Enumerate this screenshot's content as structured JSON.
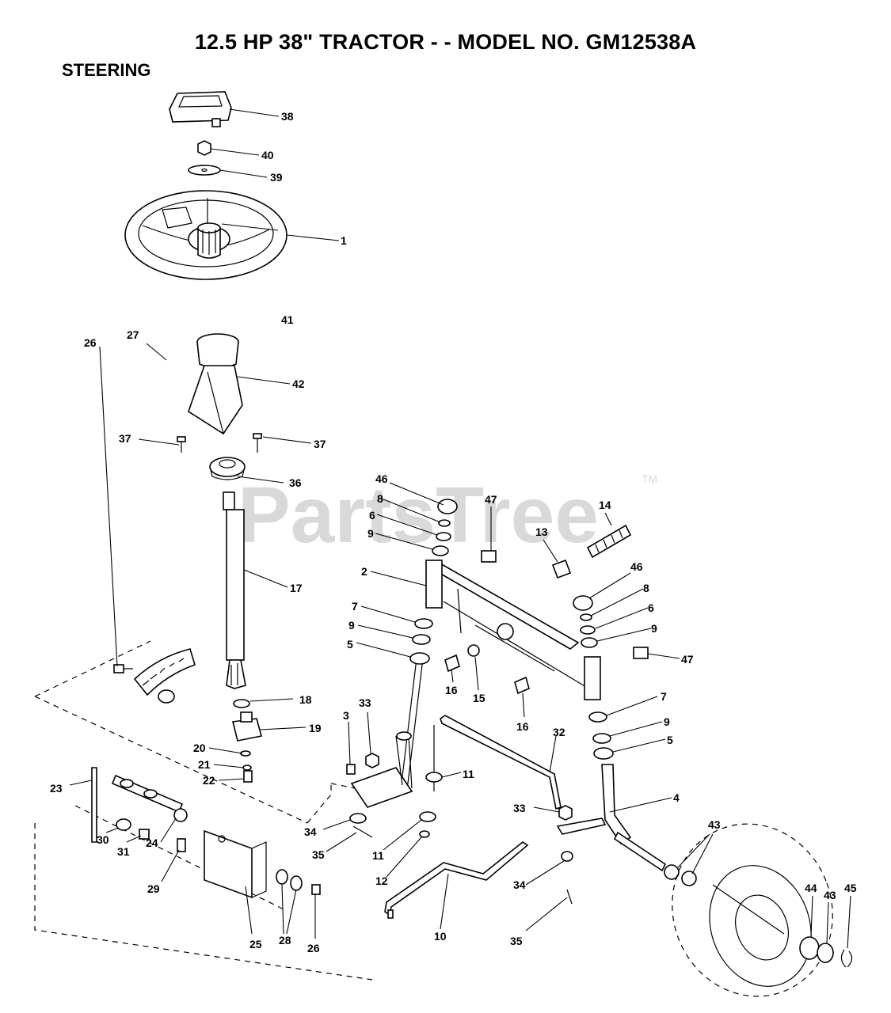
{
  "title": "12.5 HP 38\" TRACTOR - - MODEL NO.  GM12538A",
  "section": "STEERING",
  "watermark": "PartsTree",
  "watermark_tm": "TM",
  "callouts": {
    "c38": "38",
    "c40": "40",
    "c39": "39",
    "c1": "1",
    "c41": "41",
    "c42": "42",
    "c37a": "37",
    "c37b": "37",
    "c36": "36",
    "c17": "17",
    "c27": "27",
    "c26a": "26",
    "c18": "18",
    "c19": "19",
    "c20": "20",
    "c21": "21",
    "c22": "22",
    "c23": "23",
    "c30": "30",
    "c31": "31",
    "c24": "24",
    "c29": "29",
    "c25": "25",
    "c28": "28",
    "c26b": "26",
    "c46a": "46",
    "c8a": "8",
    "c6a": "6",
    "c9a": "9",
    "c2": "2",
    "c7a": "7",
    "c9b": "9",
    "c5a": "5",
    "c16a": "16",
    "c15": "15",
    "c16b": "16",
    "c47a": "47",
    "c14": "14",
    "c13": "13",
    "c46b": "46",
    "c8b": "8",
    "c6b": "6",
    "c9c": "9",
    "c47b": "47",
    "c7b": "7",
    "c9d": "9",
    "c5b": "5",
    "c4": "4",
    "c3": "3",
    "c33a": "33",
    "c32": "32",
    "c11a": "11",
    "c34a": "34",
    "c35a": "35",
    "c11b": "11",
    "c12": "12",
    "c10": "10",
    "c33b": "33",
    "c34b": "34",
    "c35b": "35",
    "c43a": "43",
    "c44": "44",
    "c43b": "43",
    "c45": "45"
  }
}
